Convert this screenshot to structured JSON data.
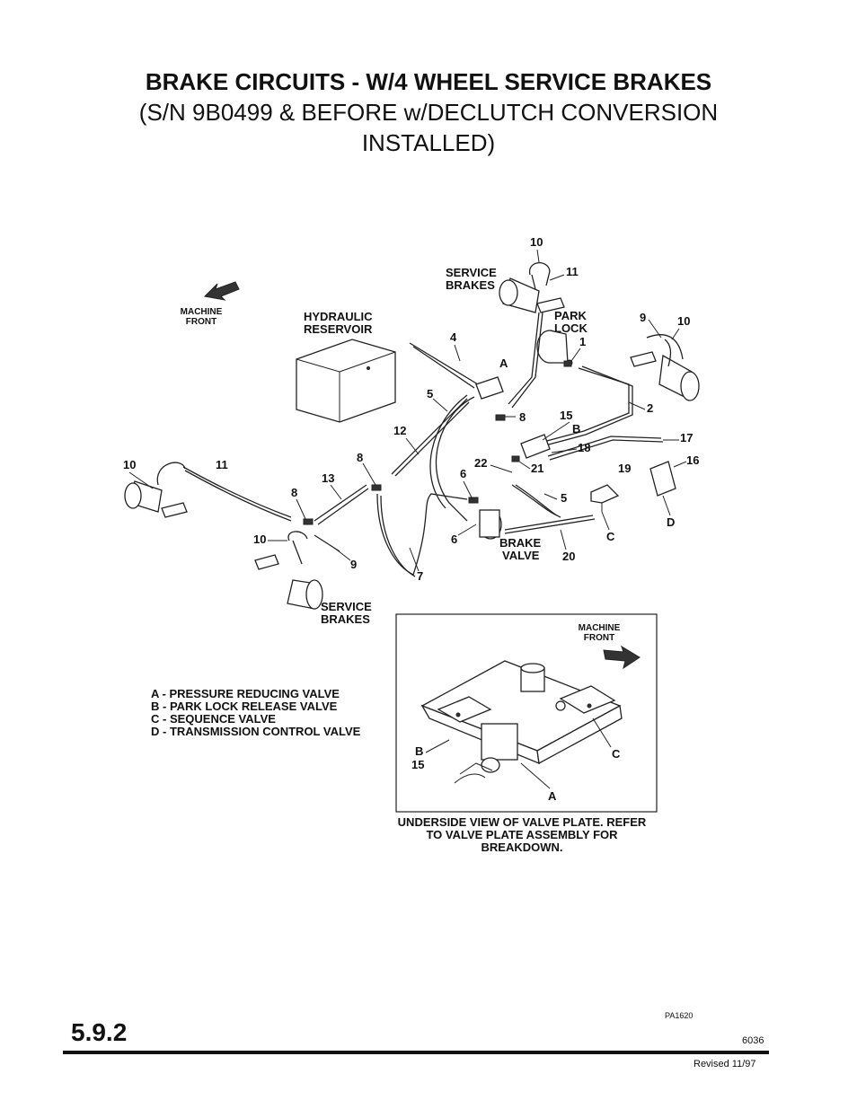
{
  "title": {
    "line1": "BRAKE CIRCUITS - W/4 WHEEL SERVICE BRAKES",
    "line2": "(S/N 9B0499 & BEFORE w/DECLUTCH CONVERSION",
    "line3": "INSTALLED)"
  },
  "diagram": {
    "labels": {
      "machine_front": [
        "MACHINE",
        "FRONT"
      ],
      "hydraulic_reservoir": [
        "HYDRAULIC",
        "RESERVOIR"
      ],
      "service_brakes_top": [
        "SERVICE",
        "BRAKES"
      ],
      "service_brakes_bottom": [
        "SERVICE",
        "BRAKES"
      ],
      "park_lock": [
        "PARK",
        "LOCK"
      ],
      "brake_valve": [
        "BRAKE",
        "VALVE"
      ]
    },
    "callouts": [
      "10",
      "11",
      "9",
      "10",
      "1",
      "4",
      "A",
      "5",
      "8",
      "2",
      "15",
      "B",
      "12",
      "17",
      "18",
      "16",
      "19",
      "8",
      "22",
      "21",
      "10",
      "11",
      "6",
      "13",
      "5",
      "8",
      "C",
      "D",
      "6",
      "20",
      "10",
      "9",
      "7"
    ],
    "inset": {
      "machine_front": [
        "MACHINE",
        "FRONT"
      ],
      "callouts": [
        "B",
        "15",
        "C",
        "A"
      ]
    }
  },
  "legend": [
    "A - PRESSURE REDUCING VALVE",
    "B - PARK LOCK RELEASE VALVE",
    "C - SEQUENCE VALVE",
    "D - TRANSMISSION CONTROL VALVE"
  ],
  "caption": [
    "UNDERSIDE VIEW OF VALVE PLATE. REFER",
    "TO VALVE PLATE ASSEMBLY FOR",
    "BREAKDOWN."
  ],
  "footer": {
    "section": "5.9.2",
    "figure_code": "PA1620",
    "page_code": "6036",
    "revised": "Revised 11/97"
  }
}
